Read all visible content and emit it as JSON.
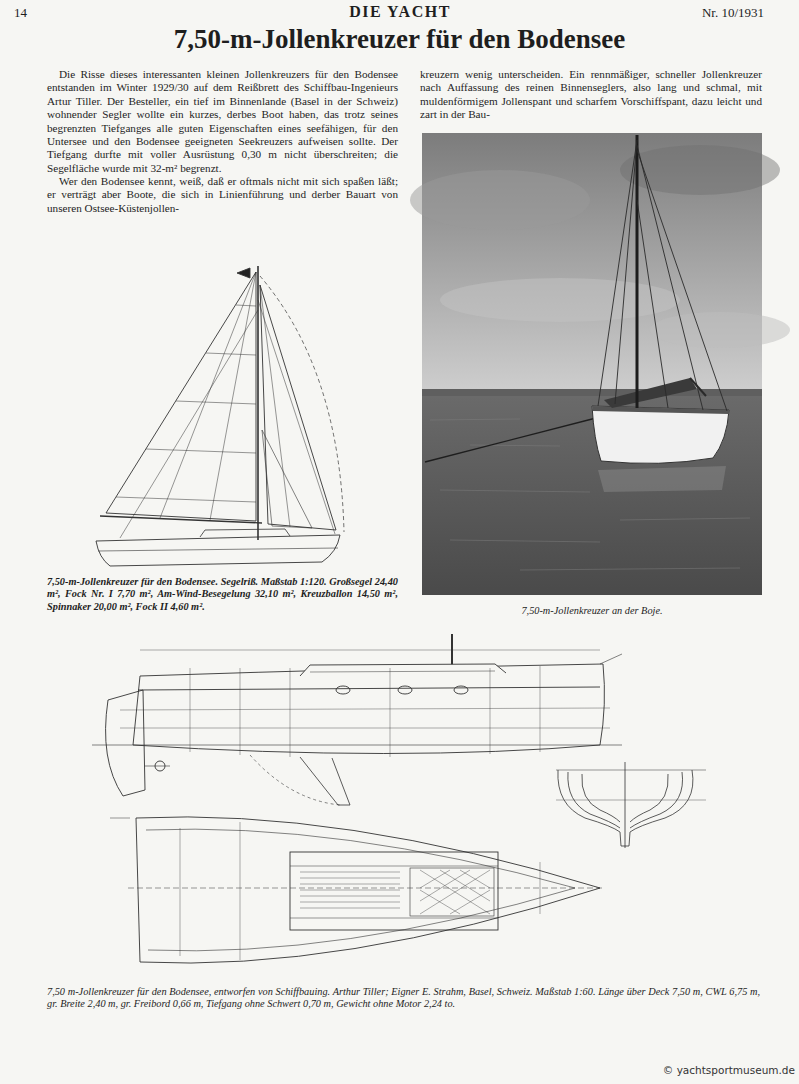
{
  "diagram": {
    "title": "7,50-m-Jollenkreuzer für den Bodensee",
    "labels": [
      "14",
      "DIE YACHT",
      "Nr. 10/1931",
      "Die Risse dieses interessanten kleinen Jollenkreuzers für den Bodensee entstanden im Winter 1929/30 auf dem Reißbrett des Schiffbau-Ingenieurs Artur Tiller. Der Besteller, ein tief im Binnenlande (Basel in der Schweiz) wohnender Segler wollte ein kurzes, derbes Boot haben, das trotz seines begrenzten Tiefganges alle guten Eigenschaften eines seefähigen, für den Untersee und den Bodensee geeigneten Seekreuzers aufweisen sollte. Der Tiefgang durfte mit voller Ausrüstung 0,30 m nicht überschreiten; die Segelfläche wurde mit 32-m² begrenzt.",
      "Wer den Bodensee kennt, weiß, daß er oftmals nicht mit sich spaßen läßt; er verträgt aber Boote, die sich in Linienführung und derber Bauart von unseren Ostsee-Küstenjollen-",
      "kreuzern wenig unterscheiden. Ein rennmäßiger, schneller Jollenkreuzer nach Auffassung des reinen Binnenseglers, also lang und schmal, mit muldenförmigem Jollenspant und scharfem Vorschiffspant, dazu leicht und zart in der Bau-",
      "7,50-m-Jollenkreuzer für den Bodensee. Segelriß. Maßstab 1:120. Großsegel 24,40 m², Fock Nr. I 7,70 m², Am-Wind-Besegelung 32,10 m², Kreuzballon 14,50 m², Spinnaker 20,00 m², Fock II 4,60 m².",
      "7,50-m-Jollenkreuzer an der Boje.",
      "7,50 m-Jollenkreuzer für den Bodensee, entworfen von Schiffbauing. Arthur Tiller; Eigner E. Strahm, Basel, Schweiz. Maßstab 1:60. Länge über Deck 7,50 m, CWL 6,75 m, gr. Breite 2,40 m, gr. Freibord 0,66 m, Tiefgang ohne Schwert 0,70 m, Gewicht ohne Motor 2,24 to.",
      "© yachtsportmuseum.de"
    ]
  }
}
